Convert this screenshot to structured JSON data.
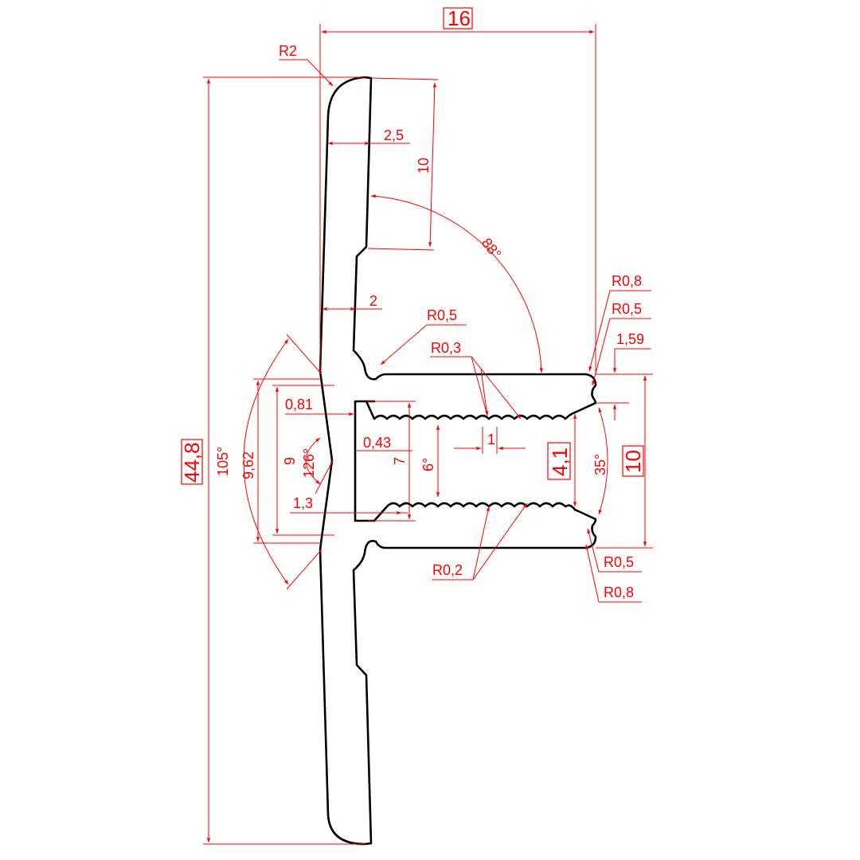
{
  "drawing": {
    "line_color": "#000000",
    "dimension_color": "#ff0000",
    "labels": {
      "overall_width": "16",
      "overall_height": "44,8",
      "head_radius": "R2",
      "flange_top_thickness": "2,5",
      "flange_lower_thickness": "2",
      "flange_segment_length": "10",
      "flange_angle": "88°",
      "root_radius_top": "R0,5",
      "thread_radius_top": "R0,3",
      "tip_radius_outer_top": "R0,8",
      "tip_radius_inner_top": "R0,5",
      "chamfer_offset": "1,59",
      "body_height_boxed": "10",
      "bore_dia_boxed": "4,1",
      "tip_angle": "35°",
      "pitch": "1",
      "taper_angle": "6°",
      "bore_depth": "7",
      "wall_0_43": "0,43",
      "wall_0_81": "0,81",
      "height_9": "9",
      "height_9_62": "9,62",
      "notch_angle": "126°",
      "outer_angle": "105°",
      "notch_depth": "1,3",
      "thread_radius_bottom": "R0,2",
      "tip_radius_inner_bottom": "R0,5",
      "tip_radius_outer_bottom": "R0,8"
    }
  }
}
